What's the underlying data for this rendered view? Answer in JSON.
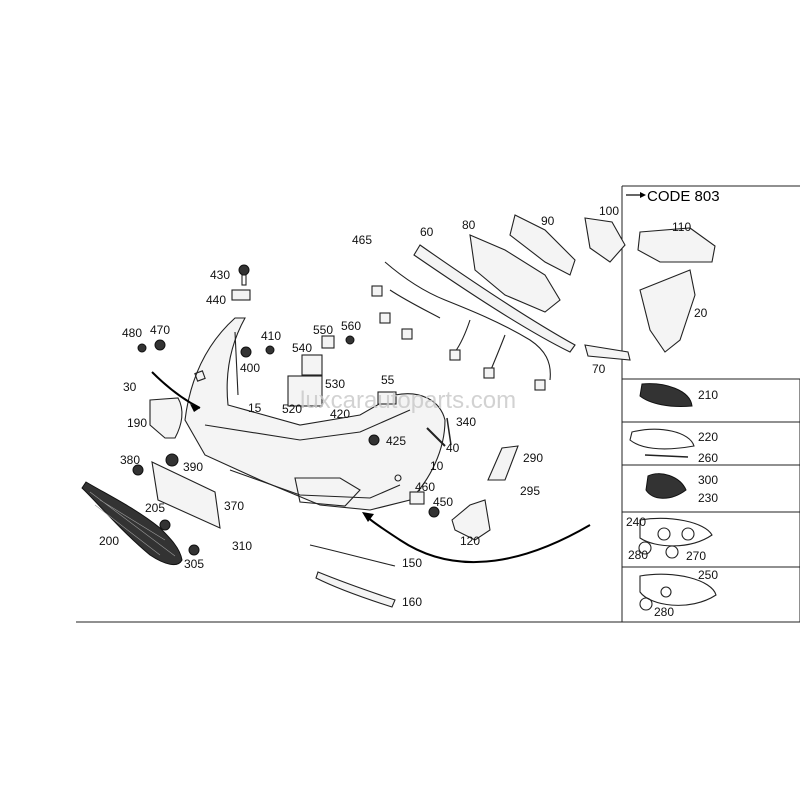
{
  "code_label": "CODE 803",
  "watermark": "luxcarautoparts.com",
  "callouts": {
    "c10": "10",
    "c15": "15",
    "c20": "20",
    "c30": "30",
    "c40": "40",
    "c55": "55",
    "c60": "60",
    "c70": "70",
    "c80": "80",
    "c90": "90",
    "c100": "100",
    "c110": "110",
    "c120": "120",
    "c150": "150",
    "c160": "160",
    "c190": "190",
    "c200": "200",
    "c205": "205",
    "c210": "210",
    "c220": "220",
    "c230": "230",
    "c240": "240",
    "c250": "250",
    "c260": "260",
    "c270": "270",
    "c280a": "280",
    "c280b": "280",
    "c290": "290",
    "c295": "295",
    "c300": "300",
    "c305": "305",
    "c310": "310",
    "c340": "340",
    "c370": "370",
    "c380": "380",
    "c390": "390",
    "c400": "400",
    "c410": "410",
    "c420": "420",
    "c425": "425",
    "c430": "430",
    "c440": "440",
    "c450": "450",
    "c460": "460",
    "c465": "465",
    "c470": "470",
    "c480": "480",
    "c520": "520",
    "c530": "530",
    "c540": "540",
    "c550": "550",
    "c560": "560"
  }
}
